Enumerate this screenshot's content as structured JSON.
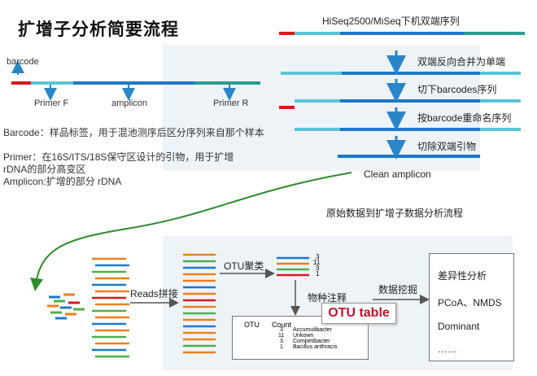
{
  "title": "扩增子分析简要流程",
  "read_diagram": {
    "barcode_label": "barcode",
    "primer_f_label": "Primer F",
    "amplicon_label": "amplicon",
    "primer_r_label": "Primer R"
  },
  "descriptions": [
    "Barcode：样品标签，用于混池测序后区分序列来自那个样本",
    "Primer：在16S/ITS/18S保守区设计的引物，用于扩增rDNA的部分高变区",
    "Amplicon:扩增的部分 rDNA"
  ],
  "pipeline": {
    "header": "HiSeq2500/MiSeq下机双端序列",
    "steps": [
      "双端反向合并为单端",
      "切下barcodes序列",
      "按barcode重命名序列",
      "切除双端引物"
    ],
    "result": "Clean amplicon",
    "caption": "原始数据到扩增子数据分析流程"
  },
  "analysis": {
    "reads_join": "Reads拼接",
    "otu_cluster": "OTU聚类",
    "cluster_counts": [
      "3",
      "11",
      "3",
      "1"
    ],
    "annotation": "物种注释",
    "otu_table_label": "OTU table",
    "table": {
      "headers": [
        "OTU",
        "Count"
      ],
      "rows": [
        {
          "count": "3",
          "name": "Accumulibacter",
          "color": "#1f78c8"
        },
        {
          "count": "11",
          "name": "Unkown",
          "color": "#f07e1d"
        },
        {
          "count": "3",
          "name": "Competibacter",
          "color": "#4caf50"
        },
        {
          "count": "1",
          "name": "Bacillus anthracis",
          "color": "#c0142a"
        }
      ]
    },
    "mining": "数据挖掘",
    "results": [
      "差异性分析",
      "PCoA、NMDS",
      "Dominant",
      "……"
    ]
  },
  "colors": {
    "red": "#d7191c",
    "lightblue": "#5bc4d6",
    "blue": "#1f78c8",
    "teal": "#2a9d8f",
    "arrow": "#2a86c8",
    "curve": "#2e8b2e"
  }
}
